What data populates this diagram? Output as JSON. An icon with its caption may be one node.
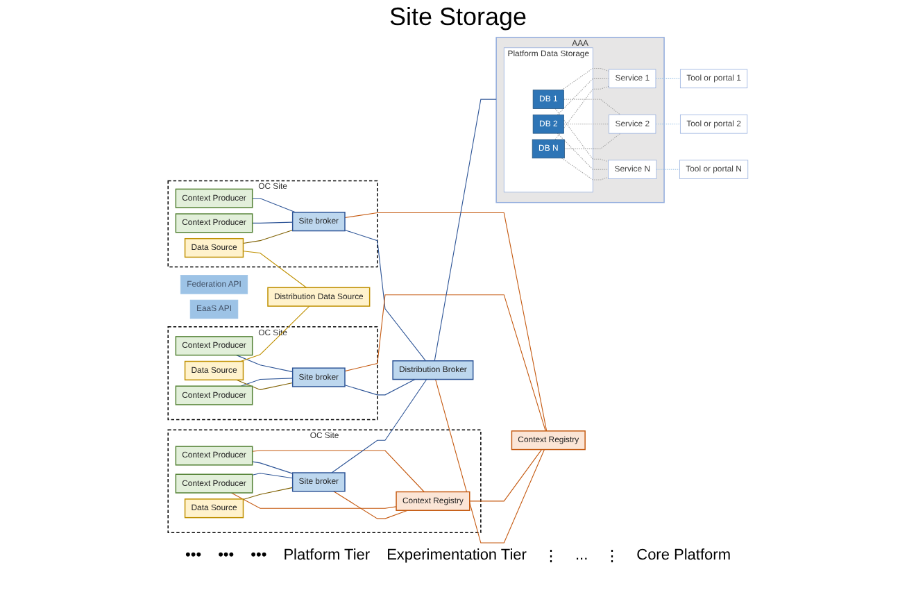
{
  "diagram": {
    "title": "Site Storage",
    "nodes": [
      {
        "text": [
          "OC Site"
        ]
      },
      {
        "text": [
          "Context Producer"
        ],
        "in": 0
      },
      {
        "text": [
          "Context Producer"
        ],
        "in": 0
      },
      {
        "text": [
          "Data Source"
        ],
        "in": 0
      },
      {
        "text": [
          "Site broker"
        ],
        "in": 0
      },
      {
        "text": [
          "OC Site"
        ]
      },
      {
        "text": [
          "Context Producer"
        ],
        "in": 5
      },
      {
        "text": [
          "Context Producer"
        ],
        "in": 5
      },
      {
        "text": [
          "Data Source"
        ],
        "in": 5
      },
      {
        "text": [
          "Site broker"
        ],
        "in": 5
      },
      {
        "text": [
          "OC Site"
        ]
      },
      {
        "text": [
          "Context Producer"
        ],
        "in": 10
      },
      {
        "text": [
          "Context Producer"
        ],
        "in": 10
      },
      {
        "text": [
          "Data Source"
        ],
        "in": 10
      },
      {
        "text": [
          "Site broker"
        ],
        "in": 10
      },
      {
        "text": [
          "Context Registry"
        ],
        "in": 10
      },
      {
        "text": [
          "Federation API"
        ]
      },
      {
        "text": [
          "Distribution Data Source"
        ]
      },
      {
        "text": [
          "Distribution Broker"
        ]
      },
      {
        "text": [
          "Context Registry"
        ]
      },
      {
        "text": [
          "AAA"
        ]
      },
      {
        "text": [
          "Platform Data Storage"
        ],
        "in": 20
      },
      {
        "text": [
          "DB 1"
        ],
        "in": 21
      },
      {
        "text": [
          "DB 2"
        ],
        "in": 21
      },
      {
        "text": [
          "DB N"
        ],
        "in": 21
      },
      {
        "text": [
          "Service 1"
        ],
        "in": 20
      },
      {
        "text": [
          "Service 2"
        ],
        "in": 20
      },
      {
        "text": [
          "Service N"
        ],
        "in": 20
      },
      {
        "text": [
          "EaaS API"
        ]
      },
      {
        "text": [
          "Tool or portal 1"
        ]
      },
      {
        "text": [
          "Tool or portal 2"
        ]
      },
      {
        "text": [
          "Tool or portal N"
        ]
      }
    ],
    "edges": [
      {
        "from": 1,
        "to": 4,
        "arrow": "none"
      },
      {
        "from": 2,
        "to": 4,
        "arrow": "none"
      },
      {
        "from": 3,
        "to": 4,
        "arrow": "none",
        "color": "#7f6000"
      },
      {
        "from": 3,
        "to": 17,
        "arrow": "none",
        "color": "#bf9000"
      },
      {
        "from": 4,
        "to": 18,
        "arrow": "none"
      },
      {
        "from": 4,
        "to": 19,
        "arrow": "none",
        "color": "#c55a11"
      },
      {
        "from": 6,
        "to": 9,
        "arrow": "none"
      },
      {
        "from": 7,
        "to": 9,
        "arrow": "none"
      },
      {
        "from": 8,
        "to": 9,
        "arrow": "none",
        "color": "#7f6000"
      },
      {
        "from": 8,
        "to": 17,
        "arrow": "none",
        "color": "#bf9000"
      },
      {
        "from": 9,
        "to": 18,
        "arrow": "none"
      },
      {
        "from": 9,
        "to": 19,
        "arrow": "none",
        "color": "#c55a11"
      },
      {
        "from": 11,
        "to": 14,
        "arrow": "none"
      },
      {
        "from": 11,
        "to": 15,
        "arrow": "none",
        "color": "#c55a11"
      },
      {
        "from": 12,
        "to": 14,
        "arrow": "none"
      },
      {
        "from": 12,
        "to": 15,
        "arrow": "none",
        "color": "#c55a11"
      },
      {
        "from": 13,
        "to": 14,
        "arrow": "none",
        "color": "#7f6000"
      },
      {
        "from": 14,
        "to": 15,
        "arrow": "none",
        "color": "#c55a11"
      },
      {
        "from": 14,
        "to": 18,
        "arrow": "none"
      },
      {
        "from": 15,
        "to": 19,
        "arrow": "none",
        "color": "#c55a11"
      },
      {
        "from": 18,
        "to": 19,
        "arrow": "none",
        "color": "#c55a11"
      },
      {
        "from": 18,
        "to": 20,
        "arrow": "none"
      },
      {
        "from": 22,
        "to": 25,
        "arrow": "none",
        "style": "dashed",
        "color": "#a6a6a6"
      },
      {
        "from": 22,
        "to": 26,
        "arrow": "none",
        "style": "dashed",
        "color": "#a6a6a6"
      },
      {
        "from": 22,
        "to": 27,
        "arrow": "none",
        "style": "dashed",
        "color": "#a6a6a6"
      },
      {
        "from": 23,
        "to": 25,
        "arrow": "none",
        "style": "dashed",
        "color": "#a6a6a6"
      },
      {
        "from": 23,
        "to": 26,
        "arrow": "none",
        "style": "dashed",
        "color": "#a6a6a6"
      },
      {
        "from": 23,
        "to": 27,
        "arrow": "none",
        "style": "dashed",
        "color": "#a6a6a6"
      },
      {
        "from": 24,
        "to": 25,
        "arrow": "none",
        "style": "dashed",
        "color": "#a6a6a6"
      },
      {
        "from": 24,
        "to": 26,
        "arrow": "none",
        "style": "dashed",
        "color": "#a6a6a6"
      },
      {
        "from": 24,
        "to": 27,
        "arrow": "none",
        "style": "dashed",
        "color": "#a6a6a6"
      },
      {
        "from": 25,
        "to": 29,
        "arrow": "none",
        "style": "dashed",
        "color": "#9dc3e6"
      },
      {
        "from": 26,
        "to": 30,
        "arrow": "none",
        "style": "dashed",
        "color": "#9dc3e6"
      },
      {
        "from": 27,
        "to": 31,
        "arrow": "none",
        "style": "dashed",
        "color": "#9dc3e6"
      }
    ],
    "labels": [
      "•••",
      "•••",
      "•••",
      "Platform Tier",
      "Experimentation Tier",
      "⋮",
      "...",
      "⋮",
      "Core Platform"
    ]
  }
}
